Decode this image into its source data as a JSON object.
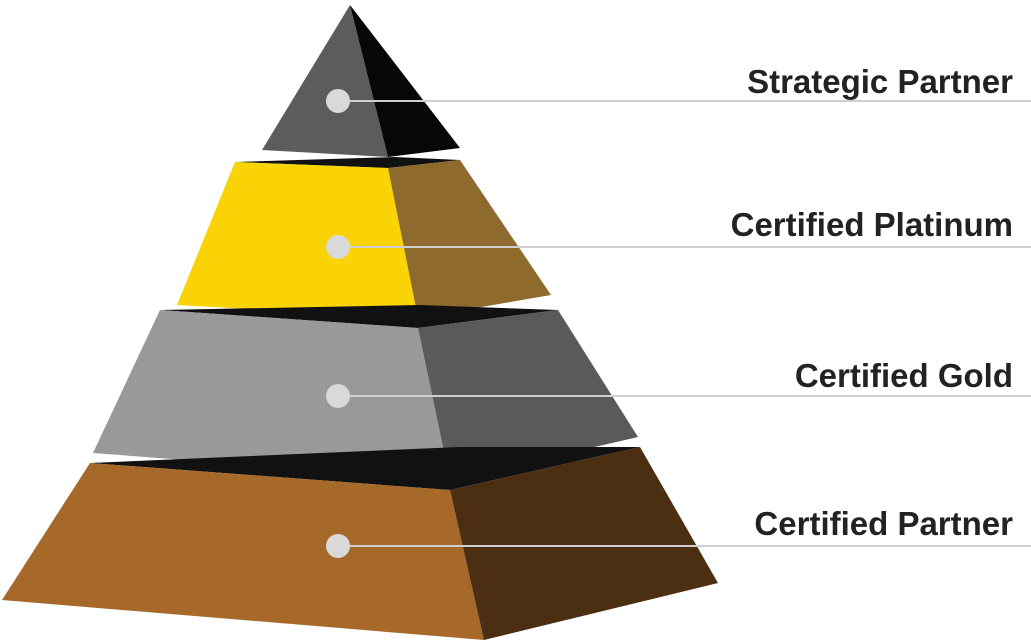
{
  "diagram": {
    "type": "pyramid",
    "tiers": [
      {
        "label": "Strategic Partner",
        "colors": {
          "front": "#5c5c5c",
          "side": "#070707",
          "top": "#1a1a1a"
        }
      },
      {
        "label": "Certified Platinum",
        "colors": {
          "front": "#fad307",
          "side": "#8f6a2d",
          "top": "#111111"
        }
      },
      {
        "label": "Certified Gold",
        "colors": {
          "front": "#999999",
          "side": "#5a5a5a",
          "top": "#111111"
        }
      },
      {
        "label": "Certified Partner",
        "colors": {
          "front": "#a6692a",
          "side": "#4c2e12",
          "top": "#111111"
        }
      }
    ],
    "marker_color": "#d9d9d9",
    "leader_line_color": "#cfcfcf"
  }
}
